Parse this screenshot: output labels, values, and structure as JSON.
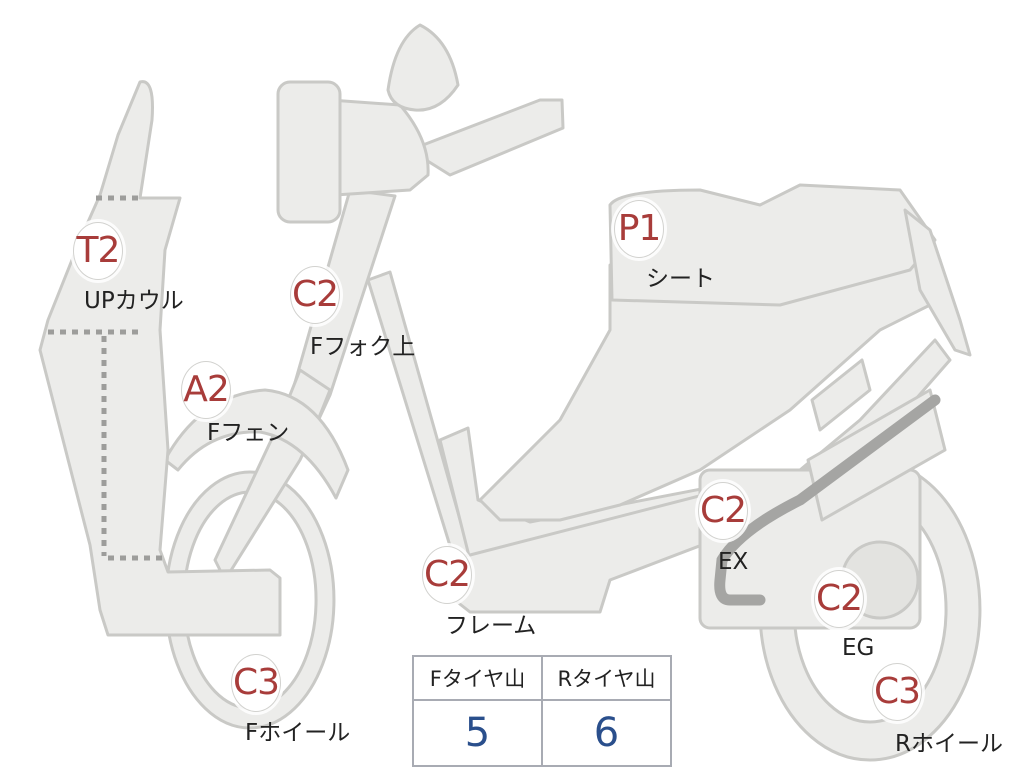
{
  "parts": [
    {
      "id": "up-cowl",
      "grade": "T2",
      "name": "UPカウル"
    },
    {
      "id": "f-fork-upper",
      "grade": "C2",
      "name": "Fフォク上"
    },
    {
      "id": "f-fender",
      "grade": "A2",
      "name": "Fフェン"
    },
    {
      "id": "seat",
      "grade": "P1",
      "name": "シート"
    },
    {
      "id": "frame",
      "grade": "C2",
      "name": "フレーム"
    },
    {
      "id": "exhaust",
      "grade": "C2",
      "name": "EX"
    },
    {
      "id": "engine",
      "grade": "C2",
      "name": "EG"
    },
    {
      "id": "f-wheel",
      "grade": "C3",
      "name": "Fホイール"
    },
    {
      "id": "r-wheel",
      "grade": "C3",
      "name": "Rホイール"
    }
  ],
  "tread": {
    "front_label": "Fタイヤ山",
    "rear_label": "Rタイヤ山",
    "front_value": "5",
    "rear_value": "6"
  },
  "colors": {
    "body": "#ececea",
    "outline": "#c9c9c6",
    "grade_text": "#a83c3a",
    "tread_value": "#2a4f8c"
  }
}
